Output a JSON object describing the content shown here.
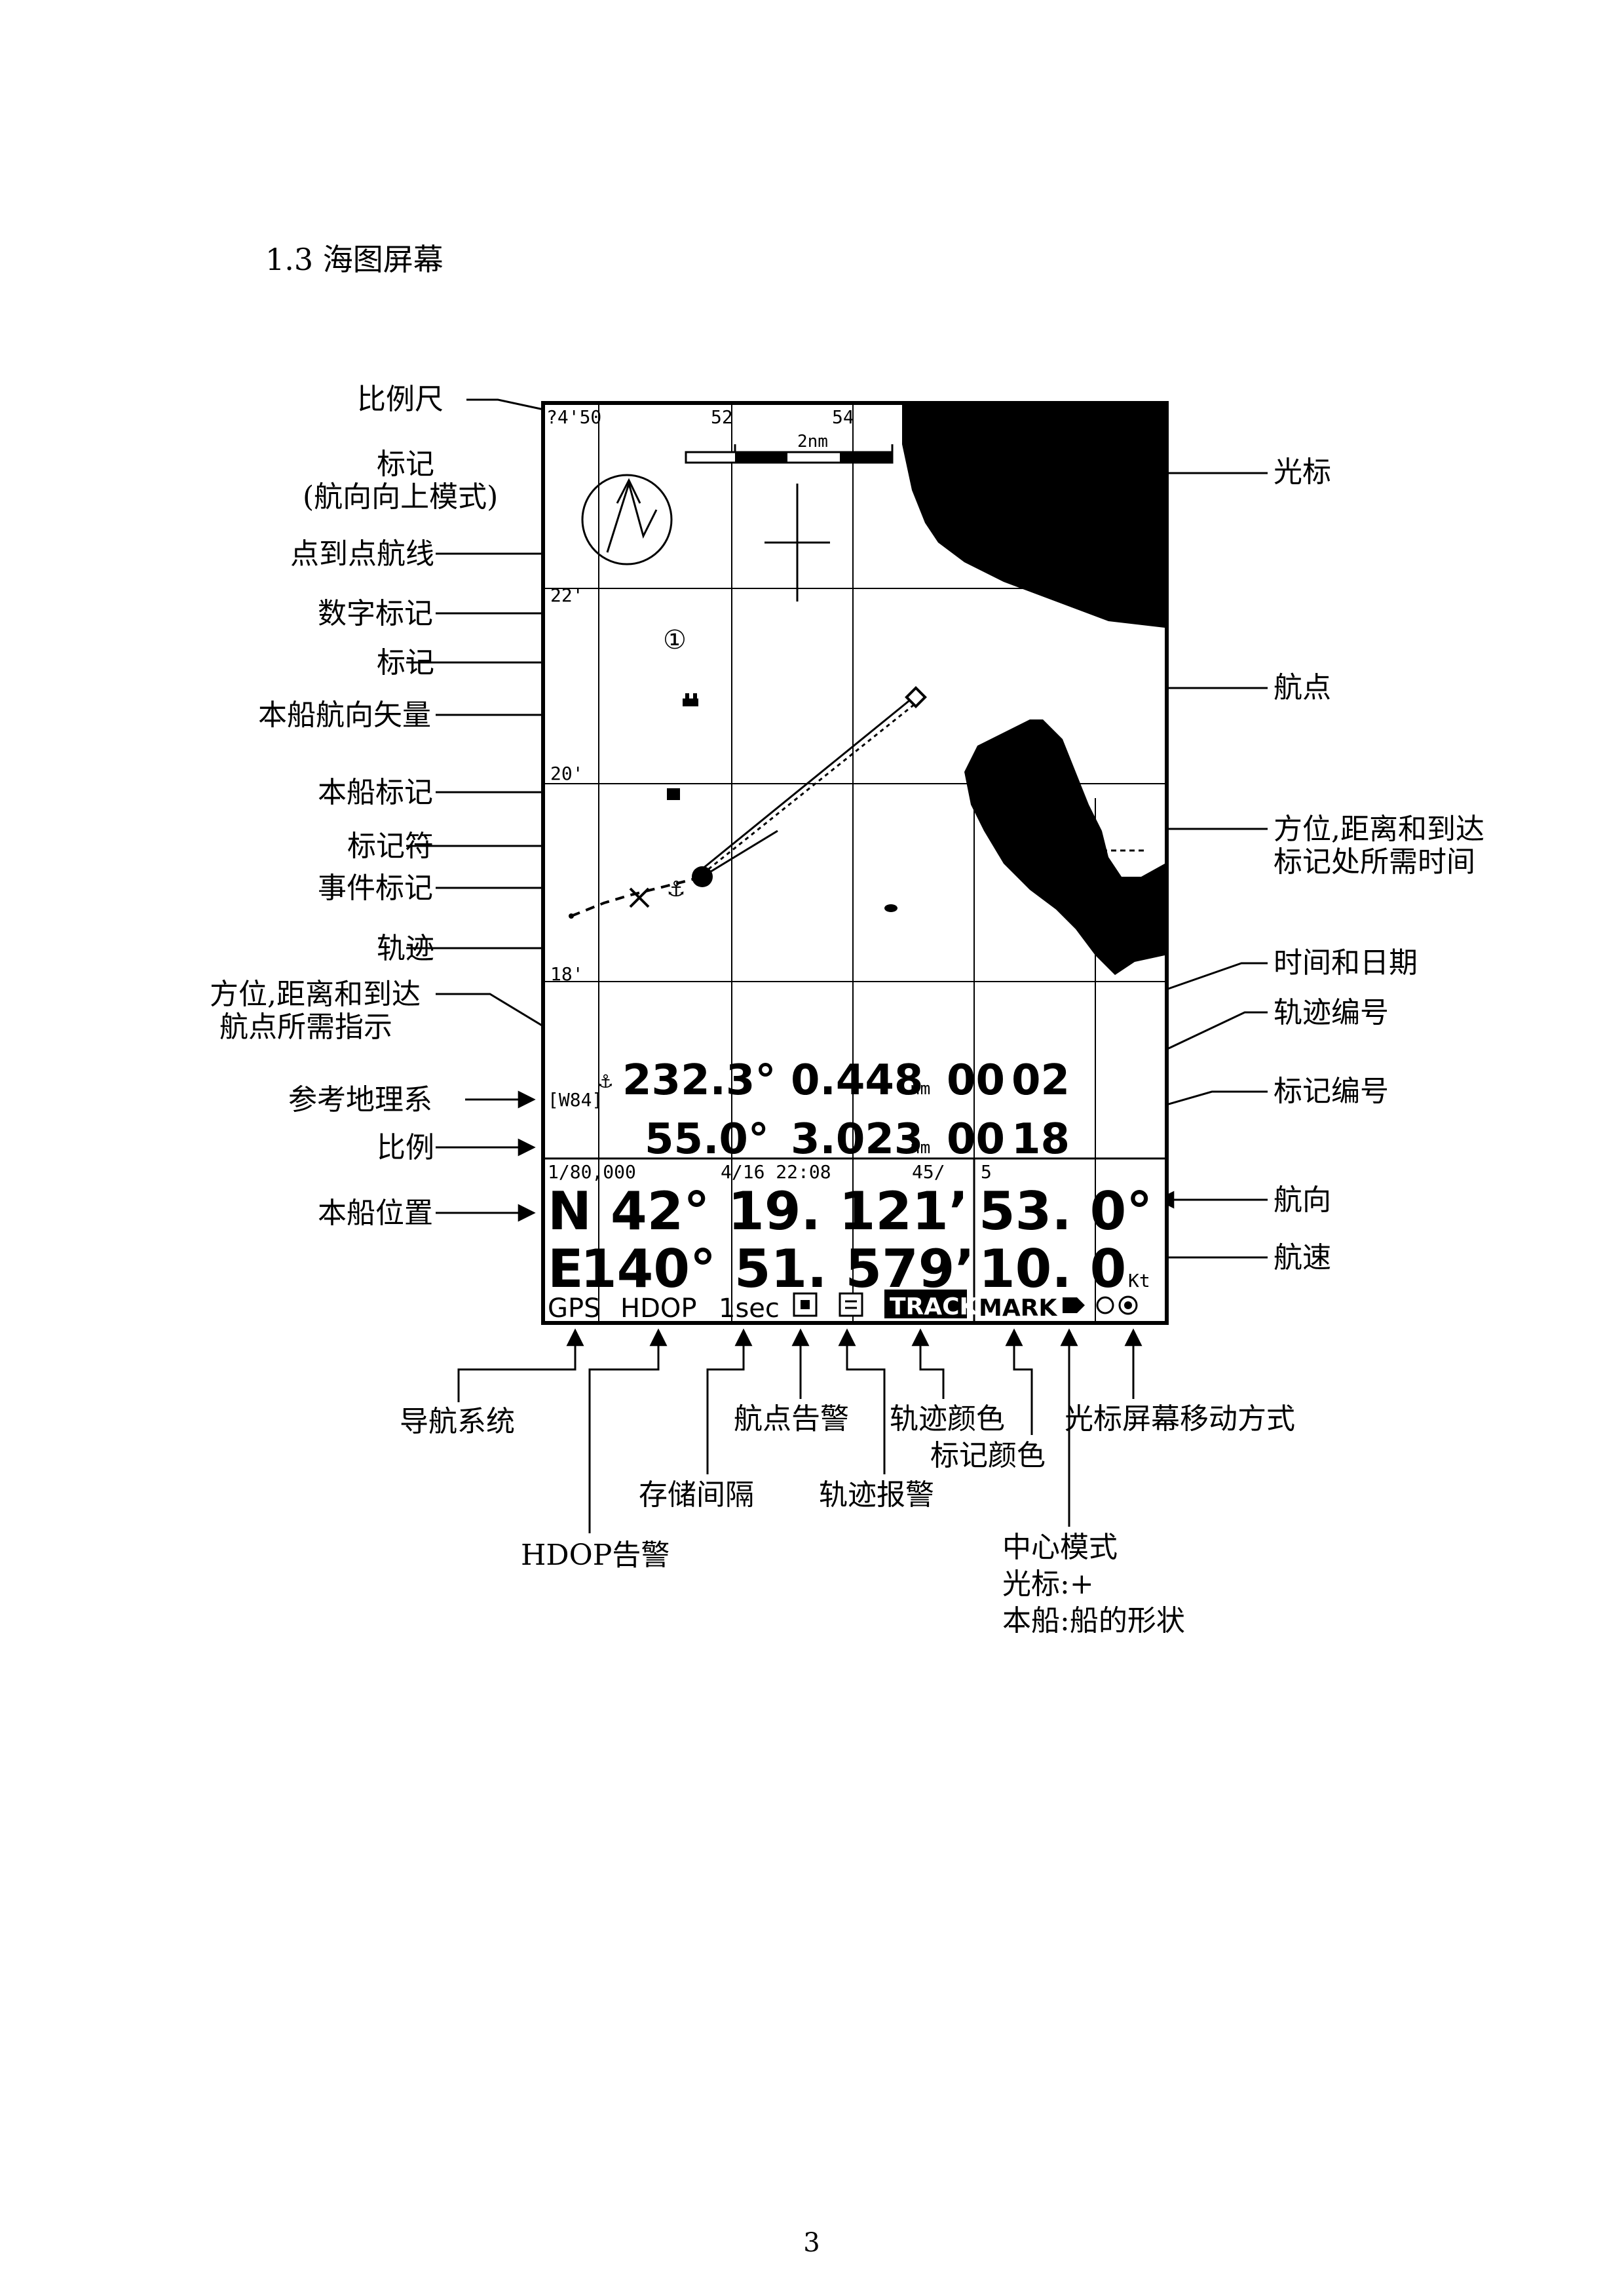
{
  "heading": "1.3 海图屏幕",
  "page_number": "3",
  "left_labels": {
    "scale_bar": "比例尺",
    "mark_line1": "标记",
    "mark_line2": "(航向向上模式)",
    "route_line": "点到点航线",
    "number_mark": "数字标记",
    "mark": "标记",
    "heading_vector": "本船航向矢量",
    "own_ship_mark": "本船标记",
    "mark_symbol": "标记符",
    "event_mark": "事件标记",
    "track": "轨迹",
    "wp_info_line1": "方位,距离和到达",
    "wp_info_line2": "航点所需指示",
    "datum": "参考地理系",
    "scale": "比例",
    "own_position": "本船位置"
  },
  "right_labels": {
    "cursor": "光标",
    "waypoint": "航点",
    "mark_info_line1": "方位,距离和到达",
    "mark_info_line2": "标记处所需时间",
    "time_date": "时间和日期",
    "track_number": "轨迹编号",
    "mark_number": "标记编号",
    "course": "航向",
    "speed": "航速"
  },
  "bottom_labels": {
    "nav_system": "导航系统",
    "hdop_alarm": "HDOP告警",
    "storage_interval": "存储间隔",
    "wp_alarm": "航点告警",
    "track_alarm": "轨迹报警",
    "track_color": "轨迹颜色",
    "mark_color": "标记颜色",
    "cursor_move_mode": "光标屏幕移动方式",
    "center_mode": "中心模式",
    "center_cursor": "光标:+",
    "center_ship": "本船:船的形状"
  },
  "screen": {
    "top_ticks": {
      "left": "?4'50",
      "mid": "52",
      "right": "54"
    },
    "scale_bar_label": "2nm",
    "lat_ticks": {
      "t1": "22'",
      "t2": "20'",
      "t3": "18'"
    },
    "number_mark_glyph": "①",
    "mark_readout": {
      "bearing": "232.3°",
      "distance": "0.448",
      "unit": "nm",
      "time1": "00",
      "time2": "02"
    },
    "wp_readout": {
      "bearing": "55.0°",
      "distance": "3.023",
      "unit": "nm",
      "time1": "00",
      "time2": "18"
    },
    "datum": "[W84]",
    "scale": "1/80,000",
    "date_time": "4/16 22:08",
    "track_number": "45/",
    "mark_number": "5",
    "lat_prefix": "N",
    "lat_value": "42° 19. 121’",
    "lon_prefix": "E",
    "lon_value": "140° 51. 579’",
    "course": "53. 0°",
    "speed": "10. 0",
    "speed_unit": "Kt",
    "status": {
      "nav": "GPS",
      "hdop": "HDOP",
      "interval": "1sec",
      "track": "TRACK",
      "mark": "MARK"
    }
  }
}
